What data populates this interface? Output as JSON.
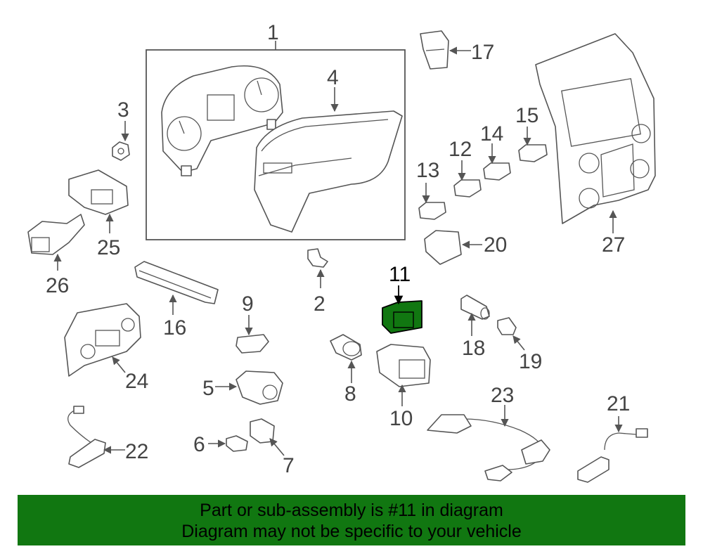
{
  "colors": {
    "highlight": "#117711",
    "line": "#555555",
    "banner_bg": "#117711"
  },
  "callouts": [
    "1",
    "2",
    "3",
    "4",
    "5",
    "6",
    "7",
    "8",
    "9",
    "10",
    "11",
    "12",
    "13",
    "14",
    "15",
    "16",
    "17",
    "18",
    "19",
    "20",
    "21",
    "22",
    "23",
    "24",
    "25",
    "26",
    "27"
  ],
  "highlighted_part": "11",
  "banner": {
    "line1": "Part or sub-assembly is #11 in diagram",
    "line2": "Diagram may not be specific to your vehicle"
  }
}
